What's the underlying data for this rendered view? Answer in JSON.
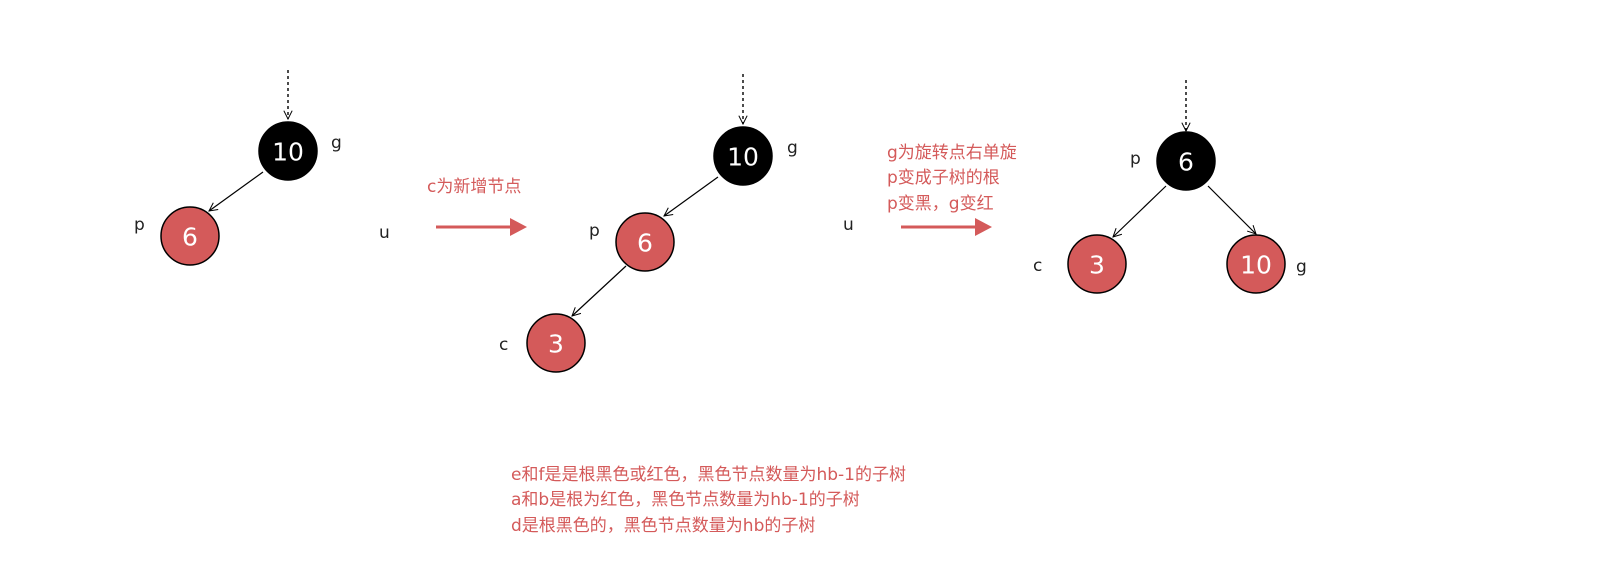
{
  "colors": {
    "black_node": "#000000",
    "red_node": "#d45a5a",
    "annotation": "#d45a5a",
    "label": "#222222"
  },
  "panels": [
    {
      "nodes": [
        {
          "id": "g",
          "value": "10",
          "color": "black",
          "label": "g"
        },
        {
          "id": "p",
          "value": "6",
          "color": "red",
          "label": "p"
        }
      ],
      "side_label": "u"
    },
    {
      "nodes": [
        {
          "id": "g",
          "value": "10",
          "color": "black",
          "label": "g"
        },
        {
          "id": "p",
          "value": "6",
          "color": "red",
          "label": "p"
        },
        {
          "id": "c",
          "value": "3",
          "color": "red",
          "label": "c"
        }
      ],
      "side_label": "u"
    },
    {
      "nodes": [
        {
          "id": "p",
          "value": "6",
          "color": "black",
          "label": "p"
        },
        {
          "id": "c",
          "value": "3",
          "color": "red",
          "label": "c"
        },
        {
          "id": "g",
          "value": "10",
          "color": "red",
          "label": "g"
        }
      ]
    }
  ],
  "transitions": [
    {
      "lines": [
        "c为新增节点"
      ]
    },
    {
      "lines": [
        "g为旋转点右单旋",
        "p变成子树的根",
        "p变黑，g变红"
      ]
    }
  ],
  "notes": [
    "e和f是是根黑色或红色，黑色节点数量为hb-1的子树",
    "a和b是根为红色，黑色节点数量为hb-1的子树",
    "d是根黑色的，黑色节点数量为hb的子树"
  ]
}
